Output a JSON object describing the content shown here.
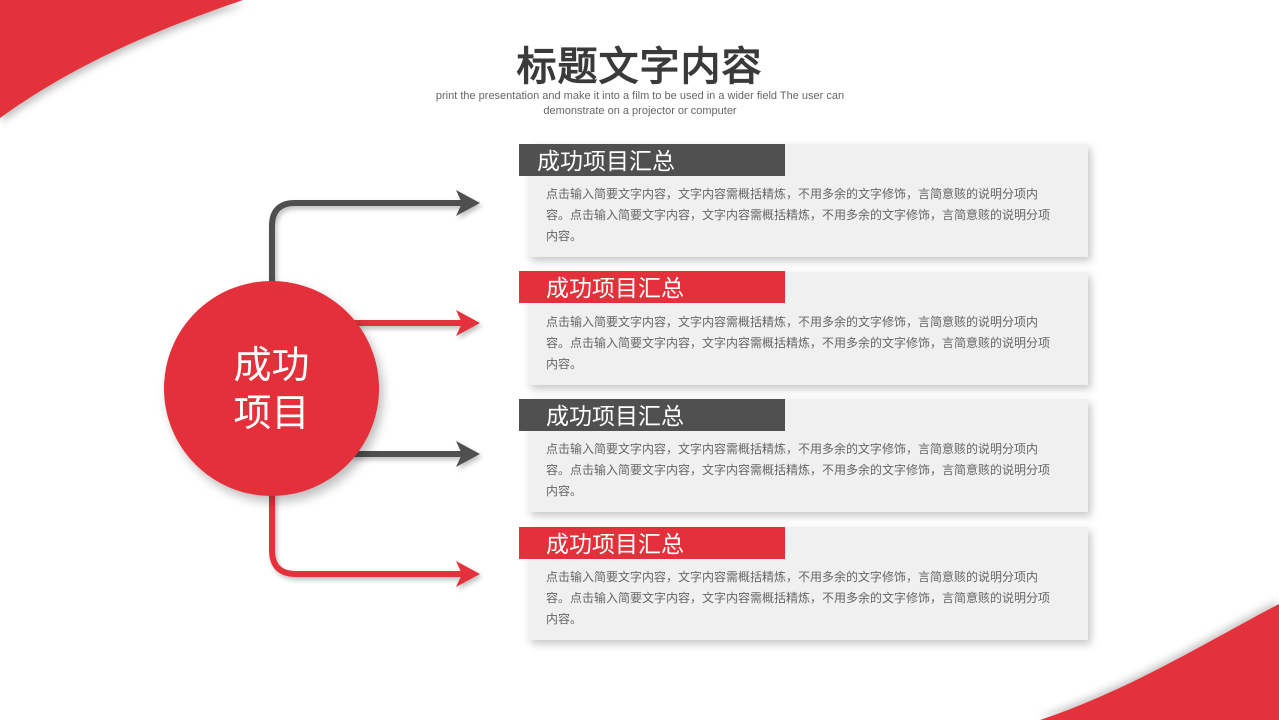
{
  "header": {
    "title": "标题文字内容",
    "subtitle": "print the presentation and make it into a film to be used in a wider field The user can demonstrate on a projector or computer"
  },
  "hub": {
    "label_line1": "成功",
    "label_line2": "项目"
  },
  "cards": [
    {
      "title": "成功项目汇总",
      "style": "dark",
      "body": "点击输入简要文字内容，文字内容需概括精炼，不用多余的文字修饰，言简意赅的说明分项内容。点击输入简要文字内容，文字内容需概括精炼，不用多余的文字修饰，言简意赅的说明分项内容。"
    },
    {
      "title": "成功项目汇总",
      "style": "red",
      "body": "点击输入简要文字内容，文字内容需概括精炼，不用多余的文字修饰，言简意赅的说明分项内容。点击输入简要文字内容，文字内容需概括精炼，不用多余的文字修饰，言简意赅的说明分项内容。"
    },
    {
      "title": "成功项目汇总",
      "style": "dark",
      "body": "点击输入简要文字内容，文字内容需概括精炼，不用多余的文字修饰，言简意赅的说明分项内容。点击输入简要文字内容，文字内容需概括精炼，不用多余的文字修饰，言简意赅的说明分项内容。"
    },
    {
      "title": "成功项目汇总",
      "style": "red",
      "body": "点击输入简要文字内容，文字内容需概括精炼，不用多余的文字修饰，言简意赅的说明分项内容。点击输入简要文字内容，文字内容需概括精炼，不用多余的文字修饰，言简意赅的说明分项内容。"
    }
  ],
  "colors": {
    "accent_red": "#e3303a",
    "dark_gray": "#505050",
    "card_bg": "#f0f0f0",
    "title_text": "#3a3a3a",
    "body_text": "#666666"
  }
}
